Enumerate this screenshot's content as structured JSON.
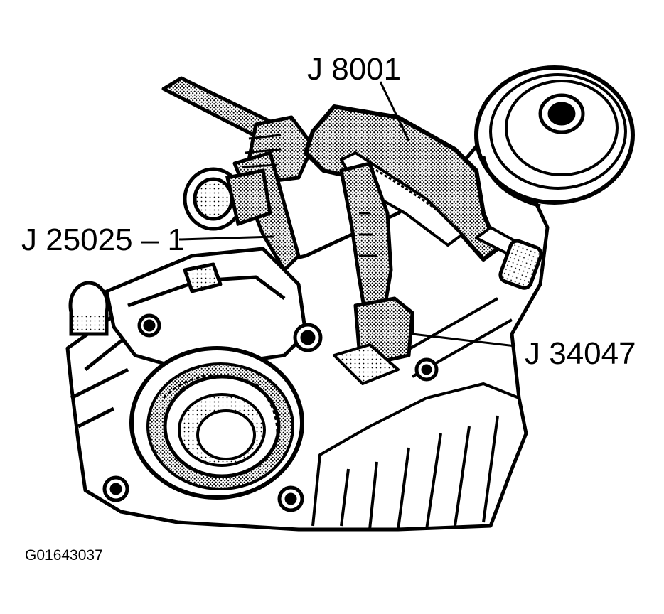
{
  "labels": {
    "j8001": "J 8001",
    "j25025": "J 25025 – 1",
    "j34047": "J 34047"
  },
  "figure_id": "G01643037",
  "colors": {
    "ink": "#000000",
    "paper": "#ffffff",
    "shade": "#9a9a9a"
  }
}
